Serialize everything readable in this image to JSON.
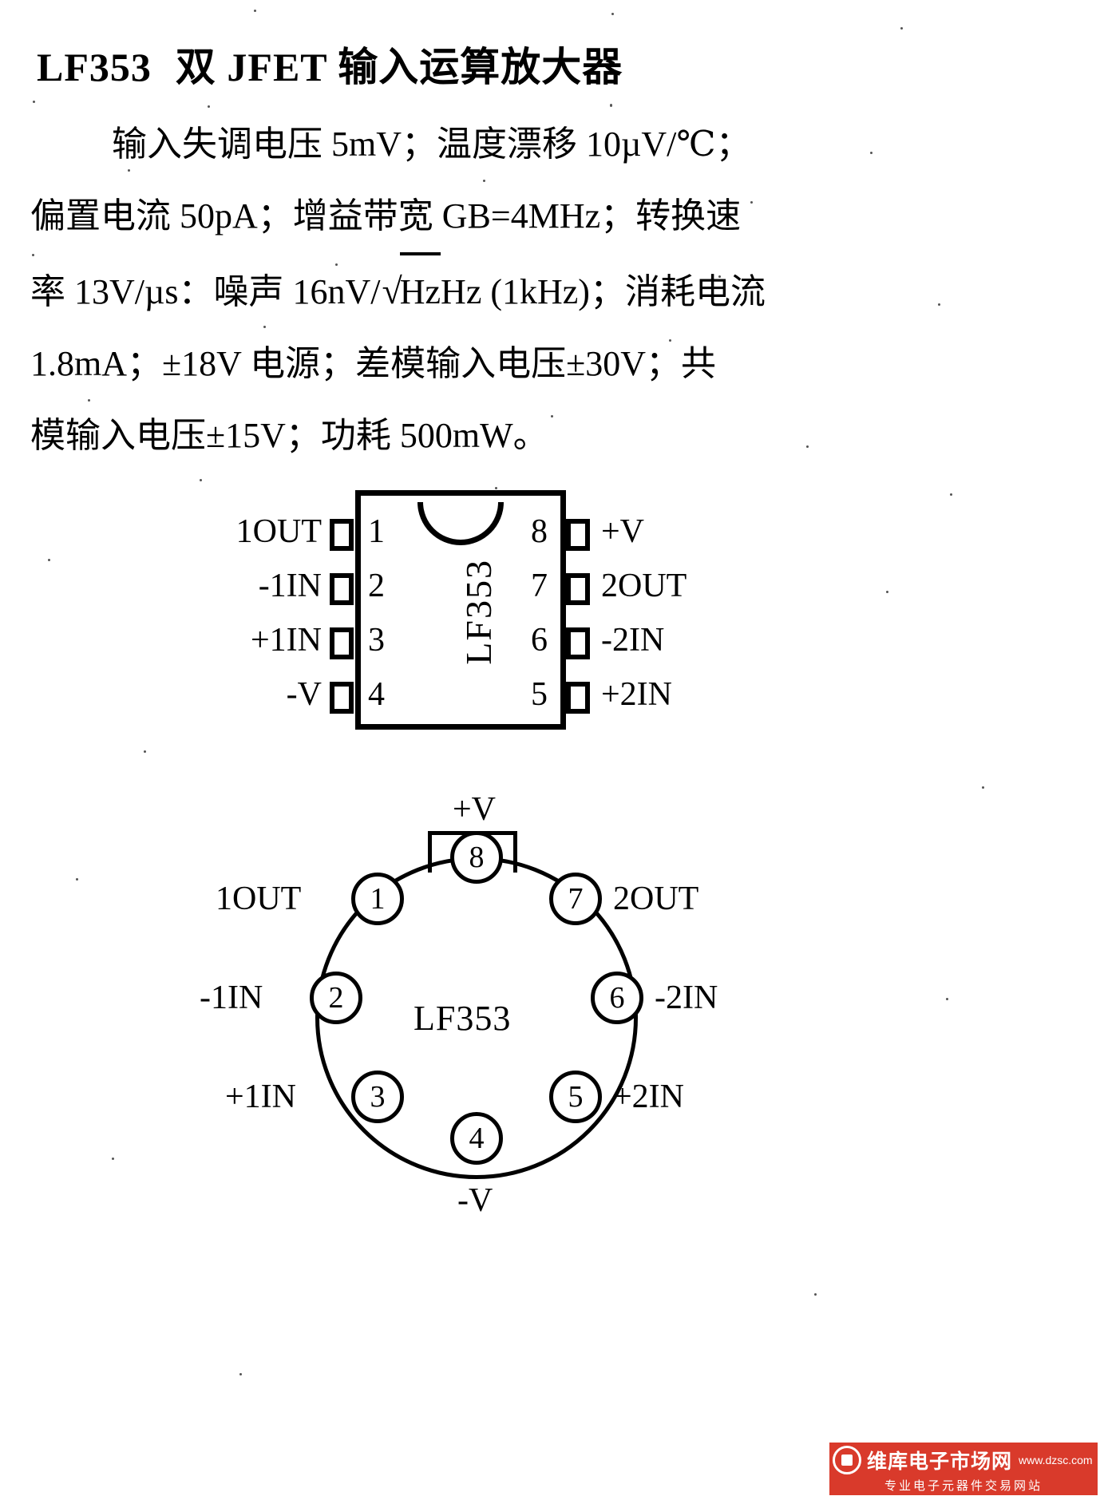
{
  "document": {
    "title_code": "LF353",
    "title_cn": "双 JFET 输入运算放大器",
    "spec_lines": [
      "输入失调电压 5mV；温度漂移 10µV/℃；",
      "偏置电流 50pA；增益带宽 GB=4MHz；转换速",
      "率 13V/µs：噪声 16nV/",
      "Hz (1kHz)；消耗电流",
      "1.8mA；±18V 电源；差模输入电压±30V；共",
      "模输入电压±15V；功耗 500mW。"
    ],
    "sqrt_radicand": "Hz",
    "sqrt_symbol": "√"
  },
  "dip_package": {
    "chip_name": "LF353",
    "left_pins": [
      {
        "num": "1",
        "label": "1OUT"
      },
      {
        "num": "2",
        "label": "-1IN"
      },
      {
        "num": "3",
        "label": "+1IN"
      },
      {
        "num": "4",
        "label": "-V"
      }
    ],
    "right_pins": [
      {
        "num": "8",
        "label": "+V"
      },
      {
        "num": "7",
        "label": "2OUT"
      },
      {
        "num": "6",
        "label": "-2IN"
      },
      {
        "num": "5",
        "label": "+2IN"
      }
    ]
  },
  "can_package": {
    "chip_name": "LF353",
    "pins": [
      {
        "num": "8",
        "label": "+V"
      },
      {
        "num": "1",
        "label": "1OUT"
      },
      {
        "num": "2",
        "label": "-1IN"
      },
      {
        "num": "3",
        "label": "+1IN"
      },
      {
        "num": "4",
        "label": "-V"
      },
      {
        "num": "5",
        "label": "+2IN"
      },
      {
        "num": "6",
        "label": "-2IN"
      },
      {
        "num": "7",
        "label": "2OUT"
      }
    ]
  },
  "watermark": {
    "site_name": "维库电子市场网",
    "url": "www.dzsc.com",
    "tagline": "专业电子元器件交易网站",
    "color": "#d93a2b"
  }
}
